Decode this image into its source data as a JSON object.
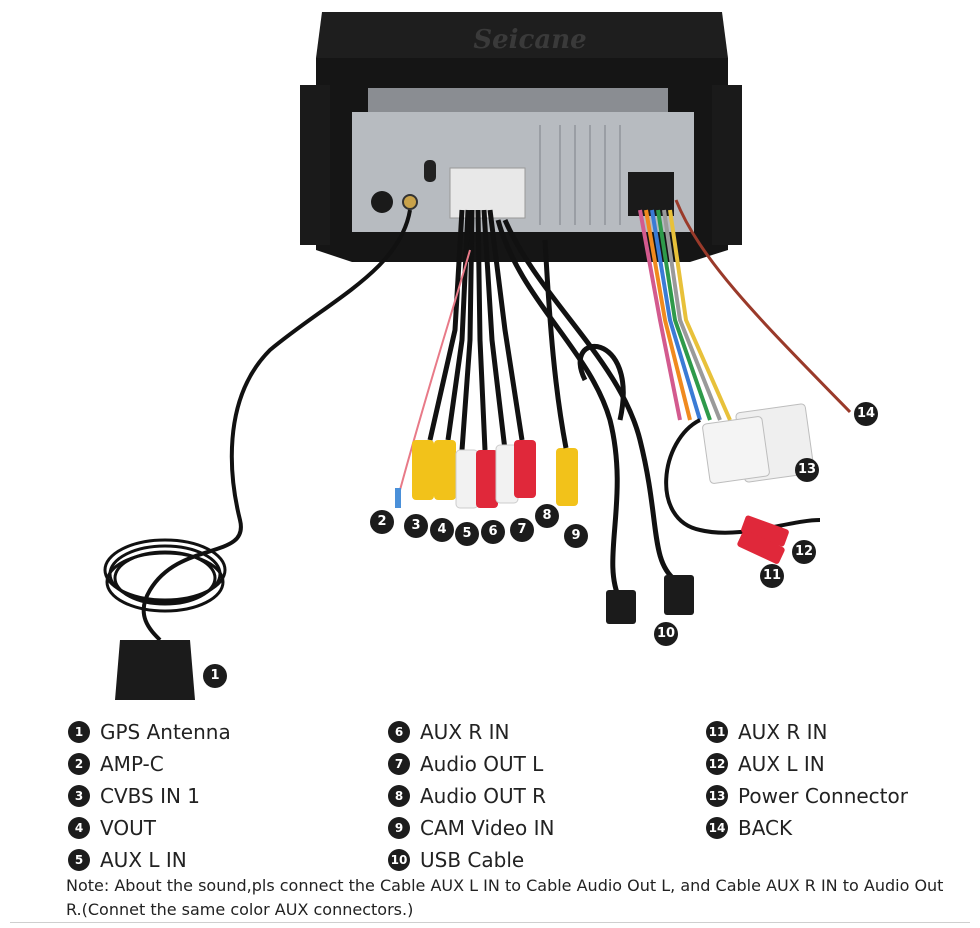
{
  "brand": "Seicane",
  "callouts": [
    "1",
    "2",
    "3",
    "4",
    "5",
    "6",
    "7",
    "8",
    "9",
    "10",
    "11",
    "12",
    "13",
    "14"
  ],
  "legend": {
    "col1": [
      {
        "num": "1",
        "label": "GPS Antenna"
      },
      {
        "num": "2",
        "label": "AMP-C"
      },
      {
        "num": "3",
        "label": "CVBS IN 1"
      },
      {
        "num": "4",
        "label": "VOUT"
      },
      {
        "num": "5",
        "label": "AUX L IN"
      }
    ],
    "col2": [
      {
        "num": "6",
        "label": "AUX R IN"
      },
      {
        "num": "7",
        "label": "Audio OUT L"
      },
      {
        "num": "8",
        "label": "Audio OUT R"
      },
      {
        "num": "9",
        "label": "CAM Video IN"
      },
      {
        "num": "10",
        "label": "USB Cable"
      }
    ],
    "col3": [
      {
        "num": "11",
        "label": "AUX R IN"
      },
      {
        "num": "12",
        "label": "AUX L IN"
      },
      {
        "num": "13",
        "label": "Power Connector"
      },
      {
        "num": "14",
        "label": "BACK"
      }
    ]
  },
  "note": "Note: About the sound,pls connect the Cable AUX L IN to Cable Audio Out L, and Cable AUX R IN to Audio Out R.(Connet the same color AUX connectors.)",
  "colors": {
    "yellow": "#f2c21a",
    "red": "#e0283a",
    "white": "#f2f2f2",
    "black": "#111111",
    "callout": "#1c1c1c"
  }
}
